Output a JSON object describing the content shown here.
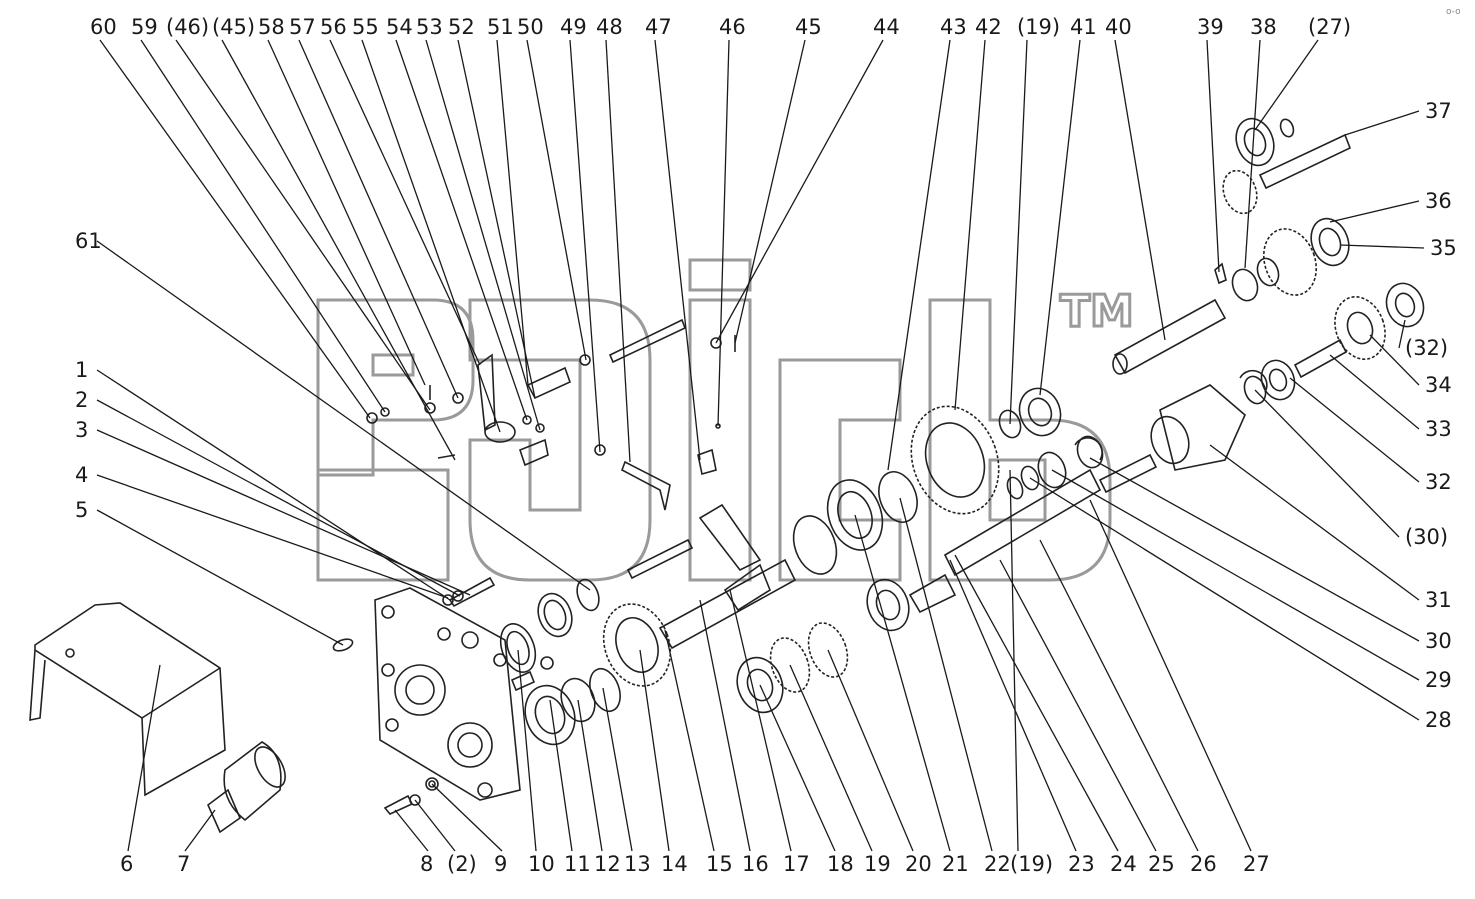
{
  "diagram": {
    "watermark": "TM",
    "corner_mark": "o-o",
    "callouts_top": [
      "60",
      "59",
      "(46)",
      "(45)",
      "58",
      "57",
      "56",
      "55",
      "54",
      "53",
      "52",
      "51",
      "50",
      "49",
      "48",
      "47",
      "46",
      "45",
      "44",
      "43",
      "42",
      "(19)",
      "41",
      "40",
      "39",
      "38",
      "(27)"
    ],
    "callouts_right": [
      "37",
      "36",
      "35",
      "(32)",
      "34",
      "33",
      "32",
      "(30)",
      "31",
      "30",
      "29",
      "28"
    ],
    "callouts_left": [
      "61",
      "1",
      "2",
      "3",
      "4",
      "5"
    ],
    "callouts_bottom": [
      "6",
      "7",
      "8",
      "(2)",
      "9",
      "10",
      "11",
      "12",
      "13",
      "14",
      "15",
      "16",
      "17",
      "18",
      "19",
      "20",
      "21",
      "22",
      "(19)",
      "23",
      "24",
      "25",
      "26",
      "27"
    ]
  }
}
